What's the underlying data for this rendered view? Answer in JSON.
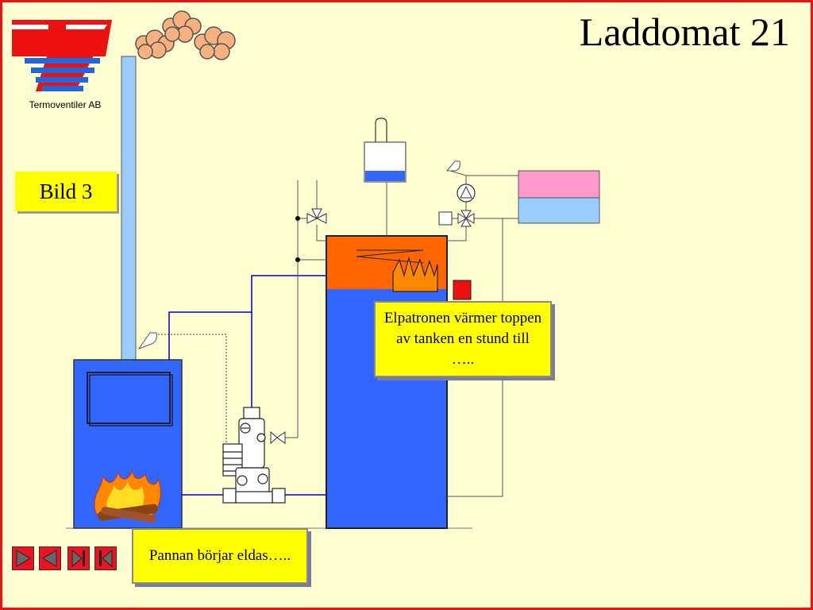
{
  "slide": {
    "title": "Laddomat 21",
    "company": "Termoventiler AB",
    "picture_label": "Bild 3",
    "notes": {
      "heater": "Elpatronen värmer toppen av tanken en stund till …..",
      "boiler": "Pannan börjar eldas….."
    }
  },
  "colors": {
    "background": "#ffffd1",
    "frame": "#ee1111",
    "note_fill": "#ffff00",
    "boiler": "#3366ff",
    "tank_cold": "#3366ff",
    "tank_hot": "#ff6600",
    "chimney": "#99ccff",
    "pipe": "#0000cc",
    "expansion_top": "#ff99cc",
    "expansion_bottom": "#99ccff",
    "logo_red": "#ee1111",
    "logo_blue": "#2266dd"
  },
  "icons": [
    "logo",
    "smoke-cloud",
    "fire-icon",
    "heating-element-icon",
    "pump-icon",
    "valve-icon",
    "laddomat-unit-icon"
  ],
  "navigation": {
    "buttons": [
      "next-slide-icon",
      "previous-slide-icon",
      "last-slide-icon",
      "first-slide-icon"
    ]
  }
}
